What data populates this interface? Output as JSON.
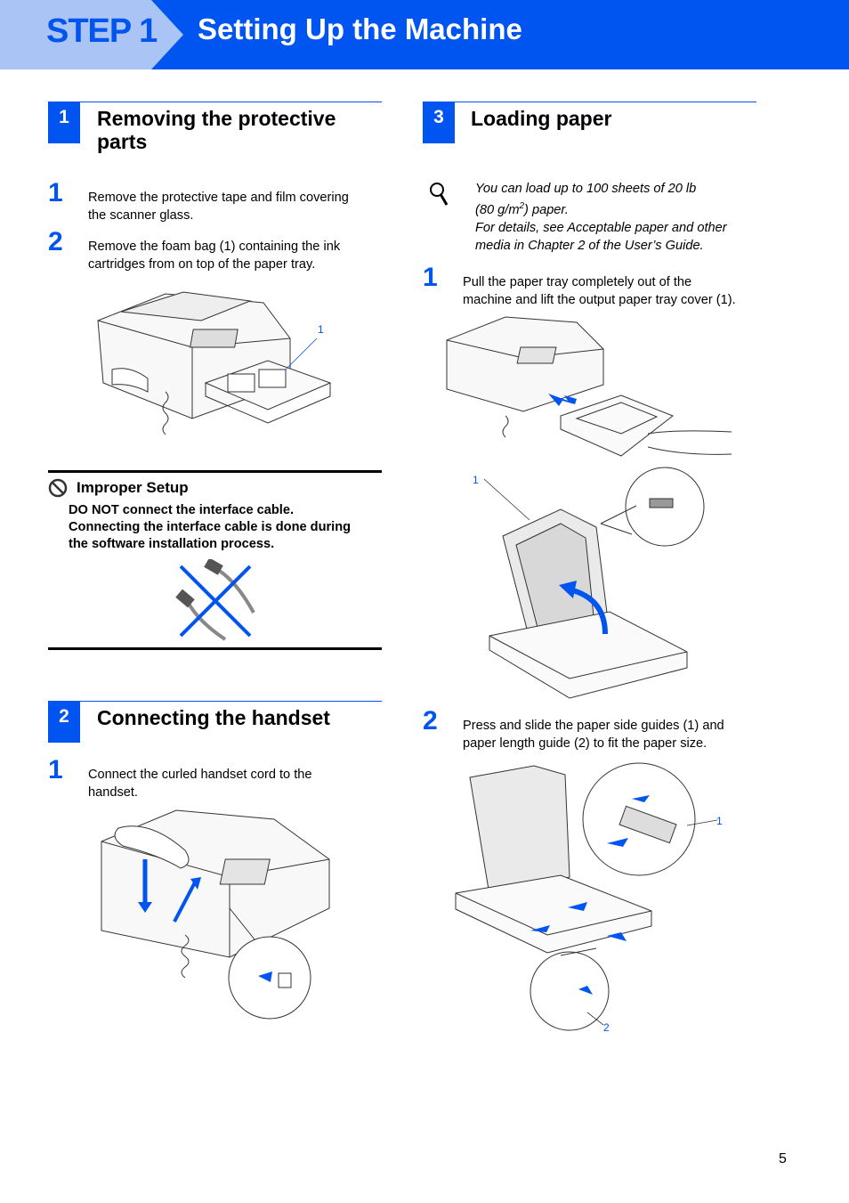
{
  "header": {
    "step": "STEP 1",
    "title": "Setting Up the Machine"
  },
  "sections": {
    "s1": {
      "number": "1",
      "title": "Removing the protective parts",
      "title_line1": "Removing the protective",
      "title_line2": "parts",
      "steps": [
        {
          "num": "1",
          "line1": "Remove the protective tape and film covering",
          "line2": "the scanner glass."
        },
        {
          "num": "2",
          "line1": "Remove the foam bag (1) containing the ink",
          "line2": "cartridges from on top of the paper tray."
        }
      ],
      "callout": "1"
    },
    "warning": {
      "title": "Improper Setup",
      "line1": "DO NOT connect the interface cable.",
      "line2": "Connecting the interface cable is done during",
      "line3": "the software installation process."
    },
    "s2": {
      "number": "2",
      "title": "Connecting the handset",
      "steps": [
        {
          "num": "1",
          "line1": "Connect the curled handset cord to the",
          "line2": "handset."
        }
      ]
    },
    "s3": {
      "number": "3",
      "title": "Loading paper",
      "note": {
        "line1": "You can load up to 100 sheets of 20 lb",
        "line2a": "(80 g/m",
        "line2sup": "2",
        "line2b": ") paper.",
        "line3": "For details, see Acceptable paper and other",
        "line4": "media in Chapter 2 of the User’s Guide."
      },
      "steps": [
        {
          "num": "1",
          "line1": "Pull the paper tray completely out of the",
          "line2": "machine and lift the output paper tray cover (1)."
        },
        {
          "num": "2",
          "line1": "Press and slide the paper side guides (1) and",
          "line2": "paper length guide (2) to fit the paper size."
        }
      ],
      "callout_a": "1",
      "callout_b": "1",
      "callout_c": "2"
    }
  },
  "page_number": "5",
  "colors": {
    "brand_blue": "#0055f0",
    "light_blue": "#a9c4f5"
  }
}
